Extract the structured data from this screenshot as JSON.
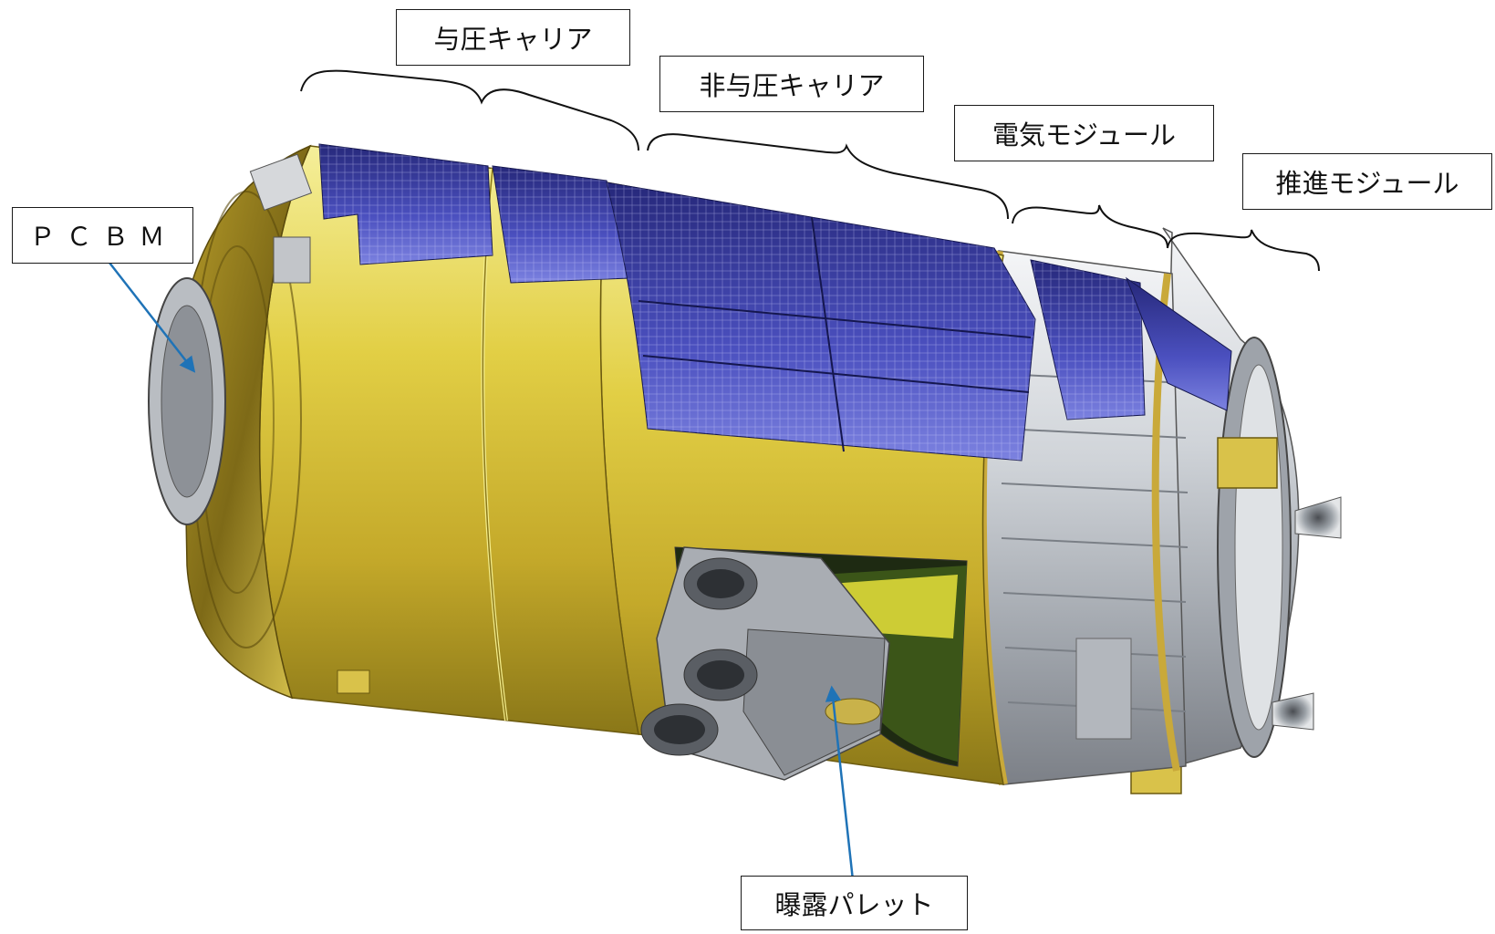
{
  "labels": {
    "pressurized": "与圧キャリア",
    "unpressurized": "非与圧キャリア",
    "avionics": "電気モジュール",
    "propulsion": "推進モジュール",
    "pcbm": "ＰＣＢＭ",
    "exposed_pallet": "曝露パレット"
  },
  "colors": {
    "mli_gold": "#d8c23c",
    "mli_light": "#f3ec8a",
    "solar_blue": "#2b2f8f",
    "solar_light": "#6f74d8",
    "silver": "#c9cdd2",
    "arrow": "#1f73b7"
  }
}
